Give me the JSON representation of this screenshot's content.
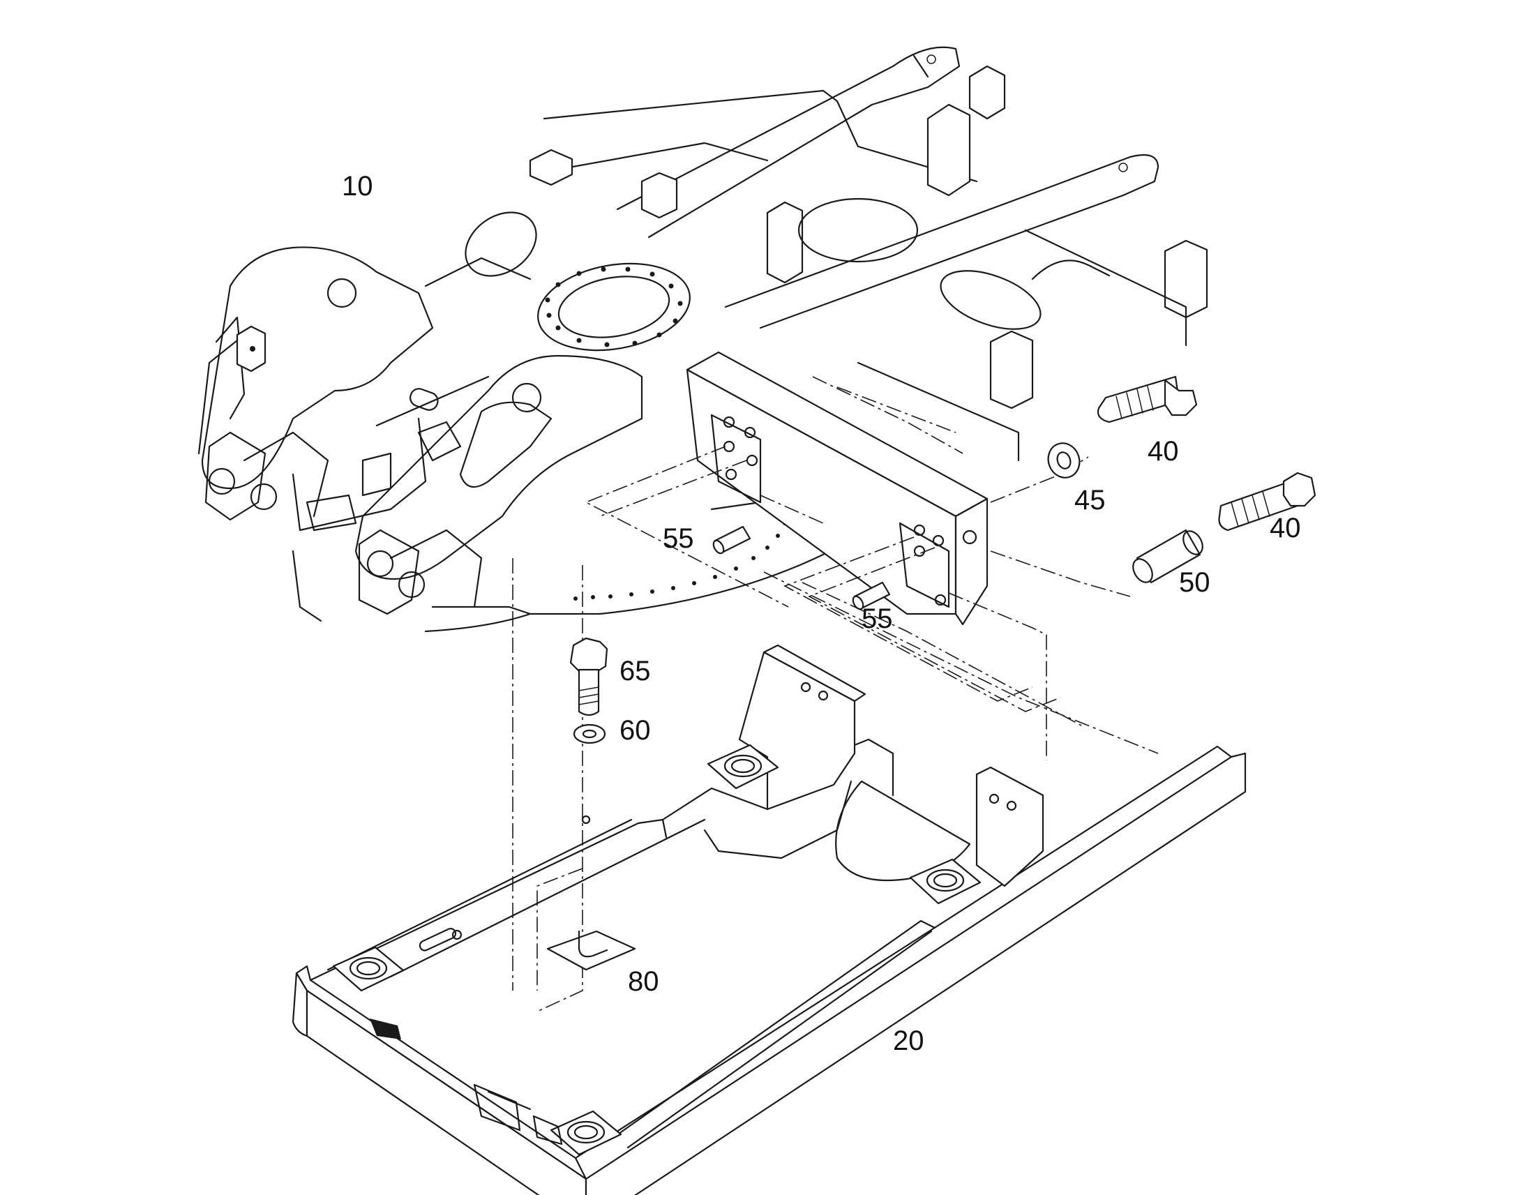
{
  "labels": {
    "part_10": "10",
    "part_20": "20",
    "part_40_a": "40",
    "part_40_b": "40",
    "part_45": "45",
    "part_50": "50",
    "part_55_a": "55",
    "part_55_b": "55",
    "part_60": "60",
    "part_65": "65",
    "part_80": "80"
  },
  "colors": {
    "line": "#1a1a1a",
    "background": "#ffffff"
  }
}
